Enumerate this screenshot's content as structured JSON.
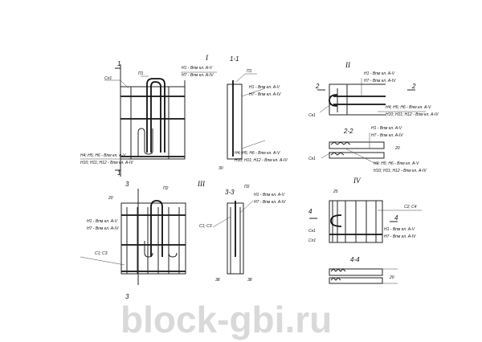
{
  "watermark": "block-gbi.ru",
  "views": {
    "I": {
      "title": "I",
      "loop": "П1",
      "spiral": "Сп1",
      "top_note_1": "Н1 - Впм кл. А-V",
      "top_note_2": "Н7 - Впм кл. А-IV",
      "bot_note_1": "Н4; Н5; Н6 - Впм кл. А-V",
      "bot_note_2": "Н10; Н11; Н12 - Впм кл. А-IV",
      "cut_mark": "1"
    },
    "s1": {
      "title": "1-1",
      "loop": "П1",
      "note_1": "Н1 - Впм кл. А-V",
      "note_2": "Н7 - Впм кл. А-IV",
      "bot_note_1": "Н4; Н5; Н6 - Впм кл. А-V",
      "bot_note_2": "Н10; Н11; Н12 - Впм кл. А-IV",
      "dim": "30"
    },
    "II": {
      "title": "II",
      "note_1": "Н1 - Впм кл. А-V",
      "note_2": "Н7 - Впм кл. А-IV",
      "bot_note_1": "Н4; Н5; Н6 - Впм кл. А-V",
      "bot_note_2": "Н10; Н11; Н12 - Впм кл. А-IV",
      "clip": "Ск1",
      "cut_mark": "2"
    },
    "s2": {
      "title": "2-2",
      "note_1": "Н1 - Впм кл. А-V",
      "note_2": "Н7 - Впм кл. А-IV",
      "bot_note_1": "Н4; Н5; Н6 - Впм кл. А-V",
      "bot_note_2": "Н10; Н11; Н12 - Впм кл. А-IV",
      "clip": "Ск1",
      "dim": "20"
    },
    "III": {
      "title": "III",
      "loop": "П2",
      "note_1": "Н1 - Впм кл. А-V",
      "note_2": "Н7 - Впм кл. А-IV",
      "mesh": "С1; С3",
      "cut_mark": "3",
      "dim": "20"
    },
    "s3": {
      "title": "3-3",
      "loop": "П2",
      "note_1": "Н1 - Впм кл. А-V",
      "note_2": "Н7 - Впм кл. А-IV",
      "mesh": "С1; С3",
      "dim": "38"
    },
    "IV": {
      "title": "IV",
      "mesh": "С2; С4",
      "clip": "Ск1",
      "spiral": "Сп1",
      "note_1": "Н1 - Впм кл. А-V",
      "note_2": "Н7 - Впм кл. А-IV",
      "cut_mark": "4",
      "dim": "25"
    },
    "s4": {
      "title": "4-4",
      "dim": "20"
    }
  }
}
